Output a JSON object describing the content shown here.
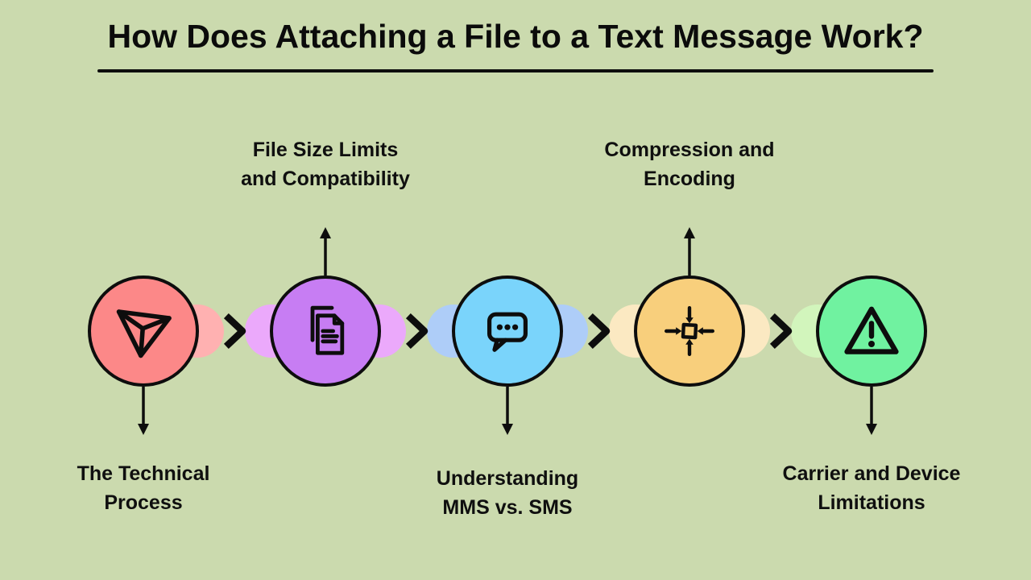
{
  "title": {
    "text": "How Does Attaching a File to a Text Message Work?",
    "color": "#0b0b0b"
  },
  "background_color": "#CBDAAE",
  "outline_color": "#0d0d0d",
  "steps": [
    {
      "id": "technical-process",
      "label_line1": "The Technical",
      "label_line2": "Process",
      "label_position": "below",
      "icon": "send-icon",
      "circle_color": "#FC8888",
      "halo_color": "#FFB1B1"
    },
    {
      "id": "file-size-limits",
      "label_line1": "File Size Limits",
      "label_line2": "and Compatibility",
      "label_position": "above",
      "icon": "document-copy-icon",
      "circle_color": "#C77DF3",
      "halo_color": "#EBA9FB"
    },
    {
      "id": "mms-vs-sms",
      "label_line1": "Understanding",
      "label_line2": "MMS vs. SMS",
      "label_position": "below",
      "icon": "chat-bubble-icon",
      "circle_color": "#7AD4FB",
      "halo_color": "#AECDF8"
    },
    {
      "id": "compression-encoding",
      "label_line1": "Compression and",
      "label_line2": "Encoding",
      "label_position": "above",
      "icon": "compress-icon",
      "circle_color": "#F8CF7C",
      "halo_color": "#FBE9C2"
    },
    {
      "id": "carrier-limitations",
      "label_line1": "Carrier and Device",
      "label_line2": "Limitations",
      "label_position": "below",
      "icon": "warning-triangle-icon",
      "circle_color": "#70F2A0",
      "halo_color": "#D2F5BC"
    }
  ]
}
